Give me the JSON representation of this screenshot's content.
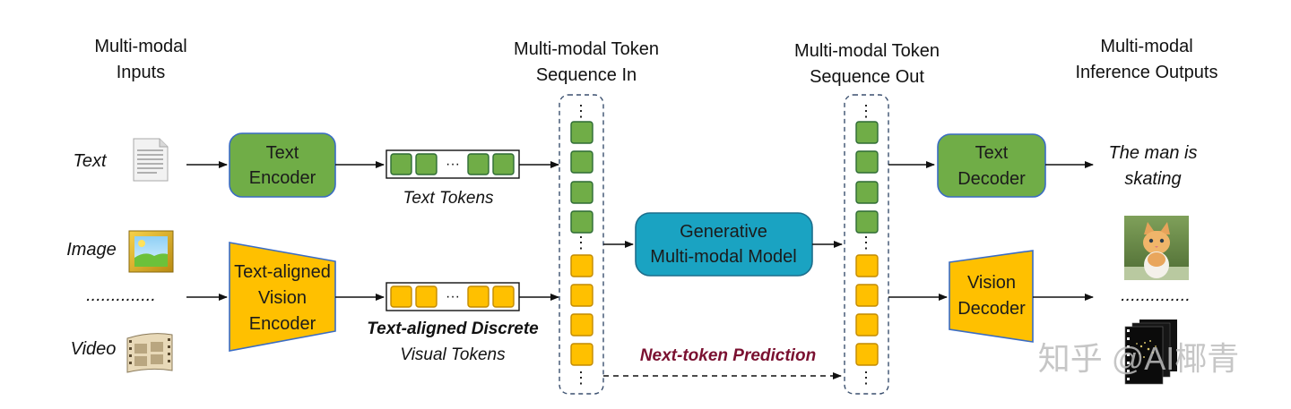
{
  "headers": {
    "inputs_line1": "Multi-modal",
    "inputs_line2": "Inputs",
    "seq_in_line1": "Multi-modal Token",
    "seq_in_line2": "Sequence In",
    "seq_out_line1": "Multi-modal Token",
    "seq_out_line2": "Sequence Out",
    "outputs_line1": "Multi-modal",
    "outputs_line2": "Inference Outputs"
  },
  "inputs": {
    "text": "Text",
    "image": "Image",
    "dots": "..............",
    "video": "Video"
  },
  "boxes": {
    "text_encoder_l1": "Text",
    "text_encoder_l2": "Encoder",
    "vision_encoder_l1": "Text-aligned",
    "vision_encoder_l2": "Vision",
    "vision_encoder_l3": "Encoder",
    "gen_model_l1": "Generative",
    "gen_model_l2": "Multi-modal Model",
    "text_decoder_l1": "Text",
    "text_decoder_l2": "Decoder",
    "vision_decoder_l1": "Vision",
    "vision_decoder_l2": "Decoder"
  },
  "token_captions": {
    "text_tokens": "Text Tokens",
    "visual_tokens_l1": "Text-aligned Discrete",
    "visual_tokens_l2": "Visual Tokens",
    "ellipsis": "···",
    "vdots": "⋮"
  },
  "prediction_label": "Next-token Prediction",
  "outputs": {
    "text_l1": "The man is",
    "text_l2": "skating",
    "dots": ".............."
  },
  "watermark": "知乎 @AI椰青",
  "colors": {
    "green": "#70ad47",
    "green_dark": "#2e6b35",
    "orange": "#ffc000",
    "orange_dark": "#c28a00",
    "teal": "#1aa3c2",
    "teal_border": "#1d6e8c",
    "box_border_blue": "#3a6cc4",
    "dashed": "#3a4f6e",
    "ntp": "#7a1030"
  },
  "icons": {
    "text_input": "document-icon",
    "image_input": "landscape-picture-icon",
    "video_input": "film-strip-icon",
    "image_output": "kitten-photo-icon",
    "video_output": "film-frames-icon"
  }
}
